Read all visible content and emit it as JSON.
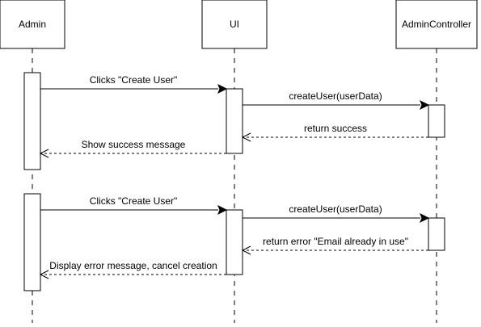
{
  "participants": {
    "admin": "Admin",
    "ui": "UI",
    "controller": "AdminController"
  },
  "scenario_success": {
    "click": "Clicks \"Create User\"",
    "create": "createUser(userData)",
    "result": "return success",
    "show": "Show success message"
  },
  "scenario_error": {
    "click": "Clicks \"Create User\"",
    "create": "createUser(userData)",
    "result": "return error \"Email already in use\"",
    "show": "Display error message, cancel creation"
  }
}
